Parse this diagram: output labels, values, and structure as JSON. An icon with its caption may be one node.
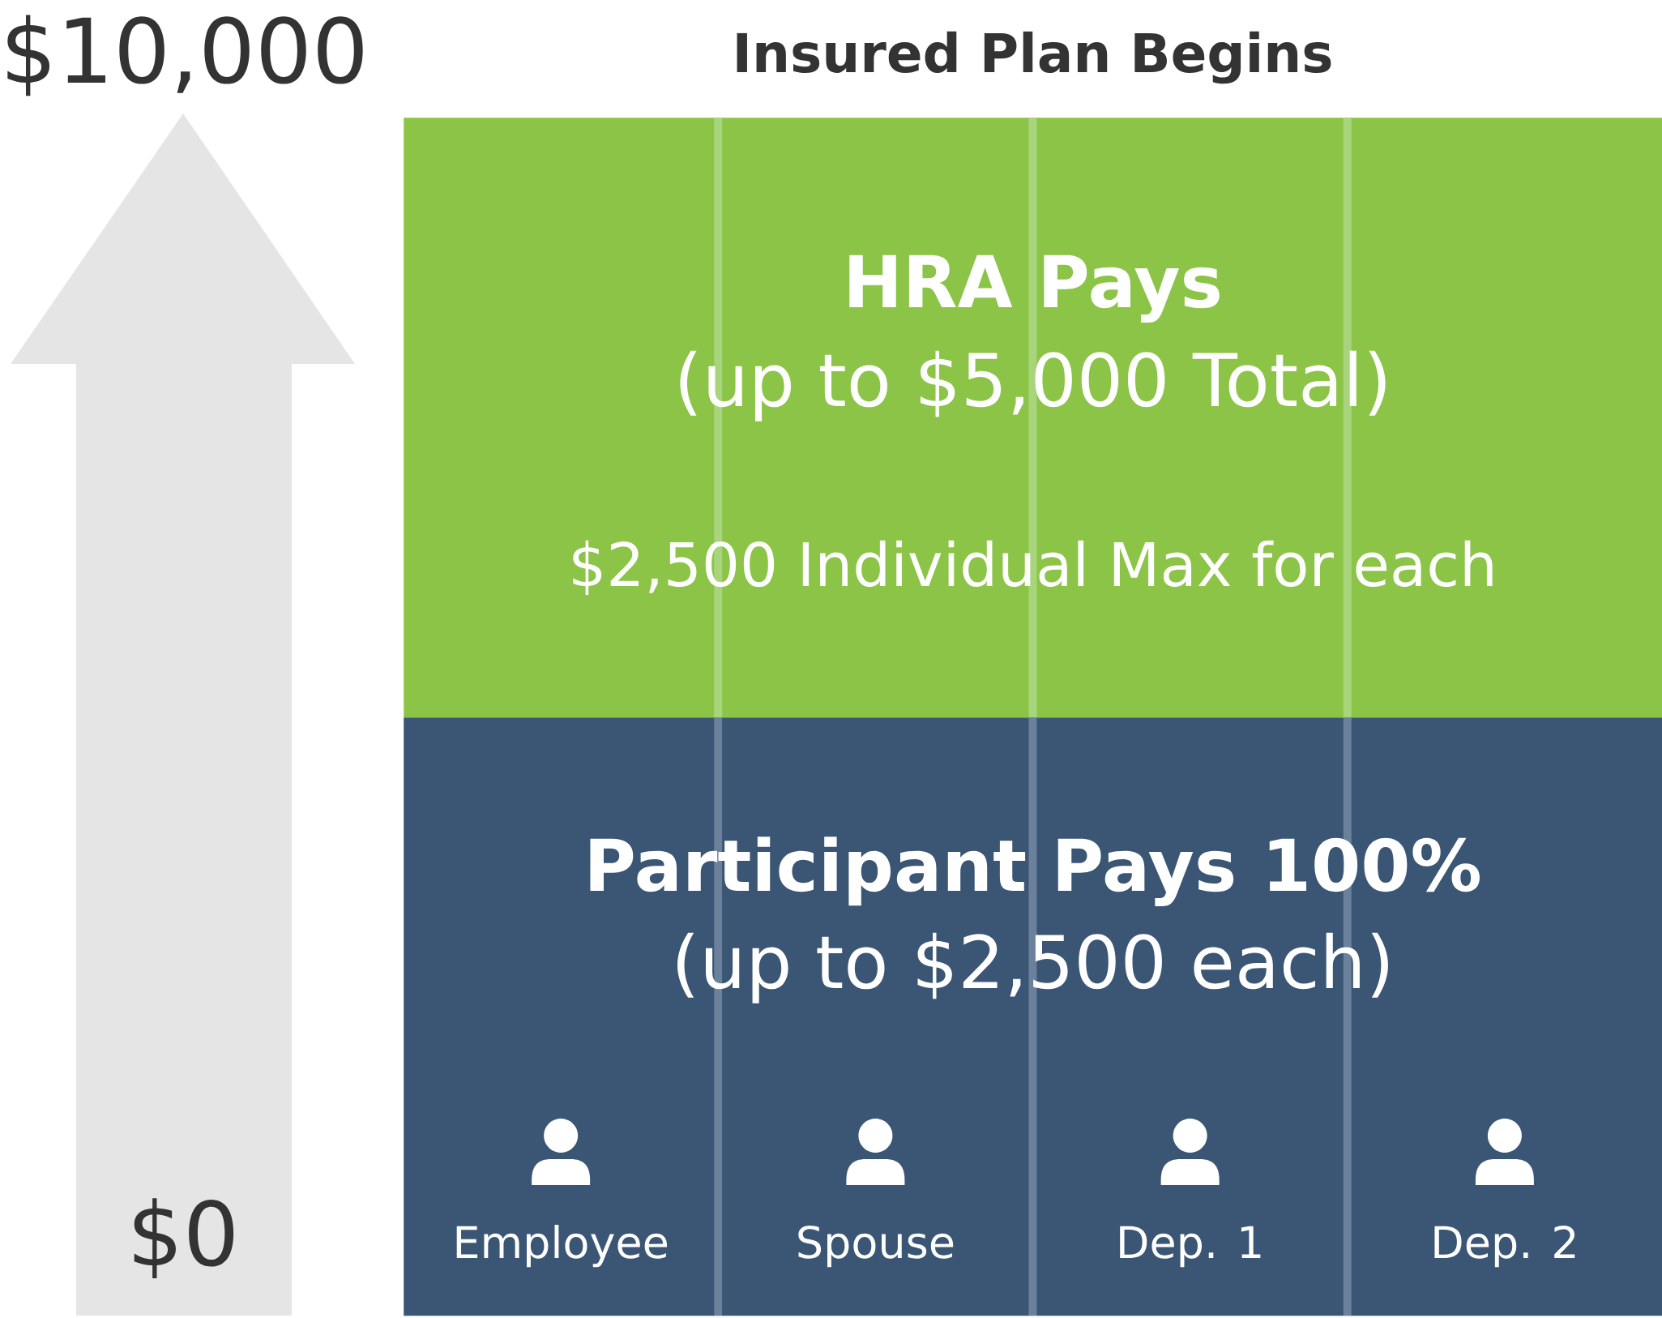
{
  "diagram": {
    "title": "Insured Plan Begins",
    "nodes": [
      {
        "text": [
          "HRA Pays",
          "(up to $5,000 Total)",
          "$2,500 Individual Max for each"
        ]
      },
      {
        "text": [
          "Participant Pays 100%",
          "(up to $2,500 each)"
        ]
      },
      {
        "text": [
          "Employee"
        ],
        "in": 1
      },
      {
        "text": [
          "Spouse"
        ],
        "in": 1
      },
      {
        "text": [
          "Dep. 1"
        ],
        "in": 1
      },
      {
        "text": [
          "Dep. 2"
        ],
        "in": 1
      }
    ],
    "labels": [
      "$10,000",
      "$0"
    ]
  }
}
